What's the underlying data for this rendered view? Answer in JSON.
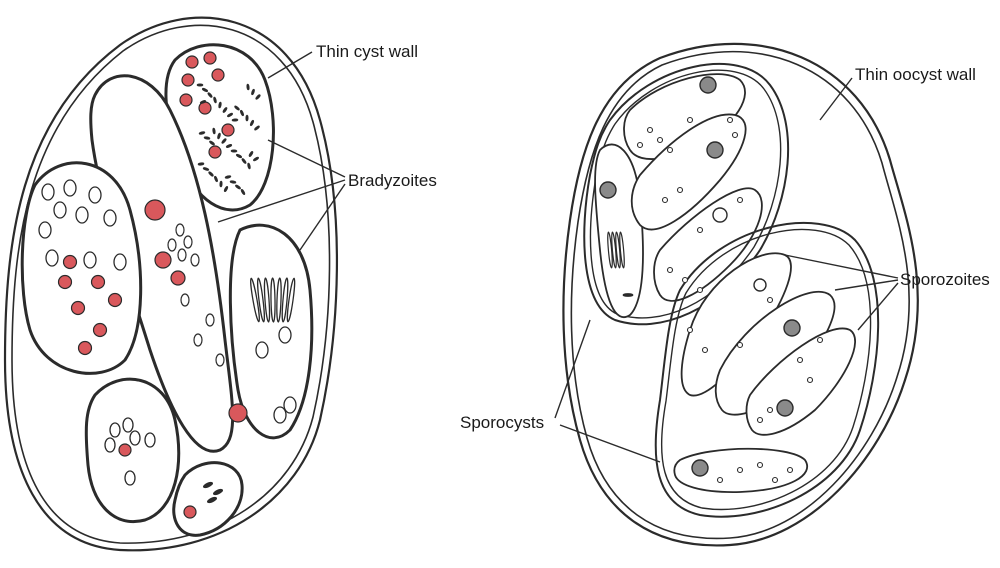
{
  "labels": {
    "thin_cyst_wall": "Thin cyst wall",
    "bradyzoites": "Bradyzoites",
    "thin_oocyst_wall": "Thin oocyst wall",
    "sporozoites": "Sporozoites",
    "sporocysts": "Sporocysts"
  },
  "colors": {
    "outline": "#2b2b2b",
    "granule_red": "#d9585c",
    "nucleus_gray": "#8a8a8a",
    "background": "#ffffff"
  }
}
